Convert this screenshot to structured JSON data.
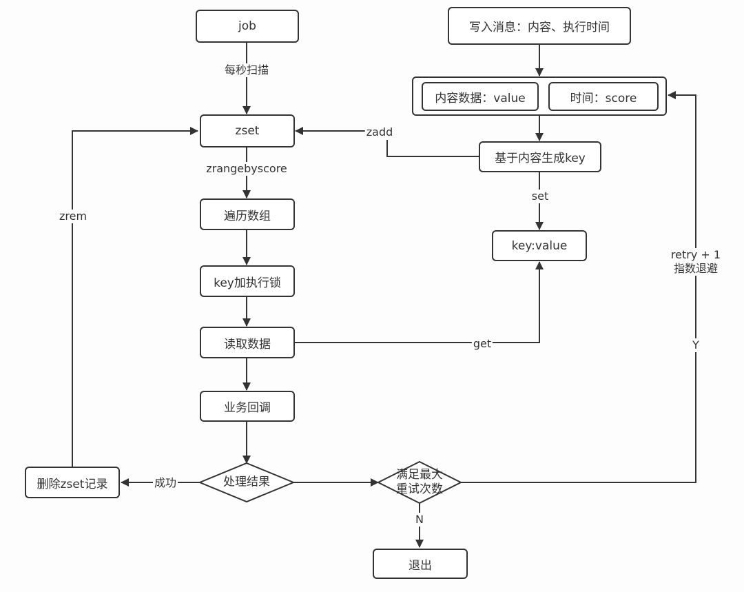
{
  "diagram": {
    "nodes": {
      "job": "job",
      "write_msg": "写入消息：内容、执行时间",
      "content_value": "内容数据：value",
      "time_score": "时间：score",
      "zset": "zset",
      "gen_key": "基于内容生成key",
      "traverse": "遍历数组",
      "key_value": "key:value",
      "lock": "key加执行锁",
      "read_data": "读取数据",
      "callback": "业务回调",
      "delete_zset": "删除zset记录",
      "result": "处理结果",
      "max_retry_line1": "满足最大",
      "max_retry_line2": "重试次数",
      "exit": "退出"
    },
    "edges": {
      "job_to_zset": "每秒扫描",
      "zset_to_traverse": "zrangebyscore",
      "genkey_to_zset": "zadd",
      "genkey_to_keyvalue": "set",
      "read_to_keyvalue": "get",
      "delete_to_zset": "zrem",
      "result_success": "成功",
      "retry_yes": "Y",
      "retry_no": "N",
      "retry_backoff_line1": "retry + 1",
      "retry_backoff_line2": "指数退避"
    },
    "colors": {
      "stroke": "#333333",
      "background": "#fdfdfd",
      "node_fill": "#ffffff"
    }
  }
}
